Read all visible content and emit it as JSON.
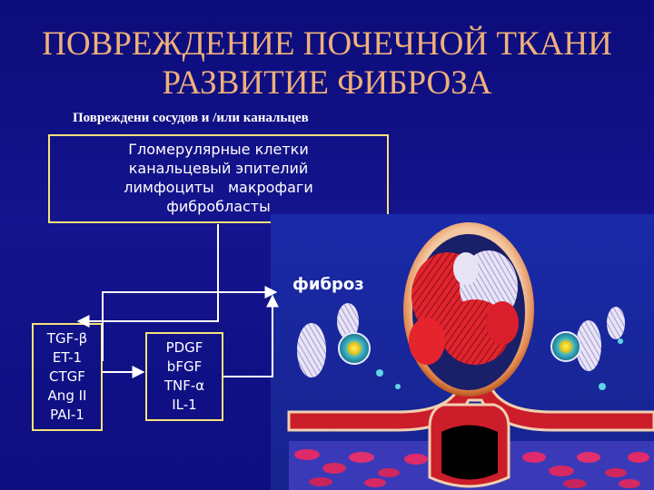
{
  "title_line1": "ПОВРЕЖДЕНИЕ ПОЧЕЧНОЙ ТКАНИ",
  "title_line2": "РАЗВИТИЕ ФИБРОЗА",
  "subtitle": "Повреждени сосудов и /или канальцев",
  "cells_box": {
    "line1": "Гломерулярные клетки",
    "line2": "канальцевый эпителий",
    "line3": "лимфоциты   макрофаги",
    "line4": "фибробласты"
  },
  "left_box": [
    "TGF-β",
    "ET-1",
    "CTGF",
    "Ang II",
    "PAI-1"
  ],
  "middle_box": [
    "PDGF",
    "bFGF",
    "TNF-α",
    "IL-1"
  ],
  "fibrosis_label": "фиброз",
  "colors": {
    "background": "#10108a",
    "title": "#f0b07a",
    "box_border": "#f4e27a",
    "text": "#ffffff",
    "tissue_red": "#d61e2a",
    "illustration_bg": "#1a2ca0"
  }
}
